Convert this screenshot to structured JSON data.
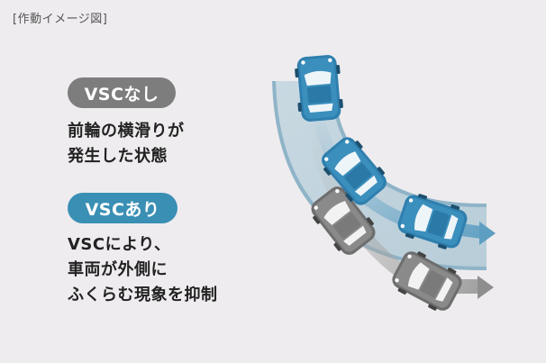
{
  "caption": "[作動イメージ図]",
  "without_vsc": {
    "label": "VSCなし",
    "description_lines": [
      "前輪の横滑りが",
      "発生した状態"
    ]
  },
  "with_vsc": {
    "label": "VSCあり",
    "description_lines": [
      "VSCにより、",
      "車両が外側に",
      "ふくらむ現象を抑制"
    ]
  },
  "colors": {
    "background": "#eeecee",
    "vsc_off": "#7d7d7d",
    "vsc_on": "#3a8fb4",
    "road": "#bcd0db",
    "road_edge": "#8fb4c8",
    "car_blue": "#3b8fbd",
    "car_gray": "#8a8a8a"
  }
}
